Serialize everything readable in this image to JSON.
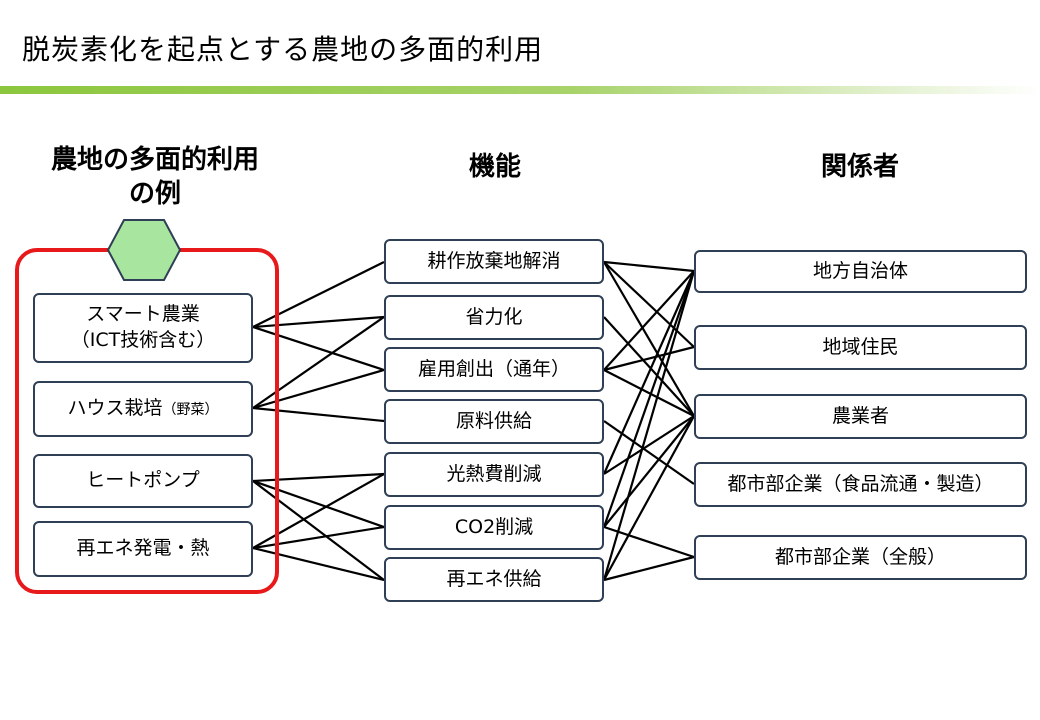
{
  "title": "脱炭素化を起点とする農地の多面的利用",
  "headers": {
    "examples_line1": "農地の多面的利用",
    "examples_line2": "の例",
    "functions": "機能",
    "stakeholders": "関係者"
  },
  "examples": [
    {
      "line1": "スマート農業",
      "line2": "（ICT技術含む）"
    },
    {
      "main": "ハウス栽培",
      "sub": "（野菜）"
    },
    {
      "line1": "ヒートポンプ"
    },
    {
      "line1": "再エネ発電・熱"
    }
  ],
  "functions": [
    "耕作放棄地解消",
    "省力化",
    "雇用創出（通年）",
    "原料供給",
    "光熱費削減",
    "CO2削減",
    "再エネ供給"
  ],
  "stakeholders": [
    "地方自治体",
    "地域住民",
    "農業者",
    "都市部企業（食品流通・製造）",
    "都市部企業（全般）"
  ],
  "links_examples_to_functions": [
    [
      0,
      1
    ],
    [
      0,
      2
    ],
    [
      0,
      0
    ],
    [
      1,
      1
    ],
    [
      1,
      2
    ],
    [
      1,
      3
    ],
    [
      2,
      4
    ],
    [
      2,
      5
    ],
    [
      2,
      6
    ],
    [
      3,
      4
    ],
    [
      3,
      5
    ],
    [
      3,
      6
    ]
  ],
  "links_functions_to_stakeholders": [
    [
      0,
      0
    ],
    [
      0,
      1
    ],
    [
      0,
      2
    ],
    [
      1,
      2
    ],
    [
      2,
      0
    ],
    [
      2,
      1
    ],
    [
      2,
      2
    ],
    [
      3,
      3
    ],
    [
      4,
      0
    ],
    [
      4,
      2
    ],
    [
      5,
      0
    ],
    [
      5,
      2
    ],
    [
      5,
      4
    ],
    [
      6,
      0
    ],
    [
      6,
      2
    ],
    [
      6,
      4
    ]
  ],
  "colors": {
    "frame": "#e8191b",
    "hexagon": "#a8e6a0",
    "accent_bar": "#8cc63e",
    "box_border": "#2f3f55"
  }
}
